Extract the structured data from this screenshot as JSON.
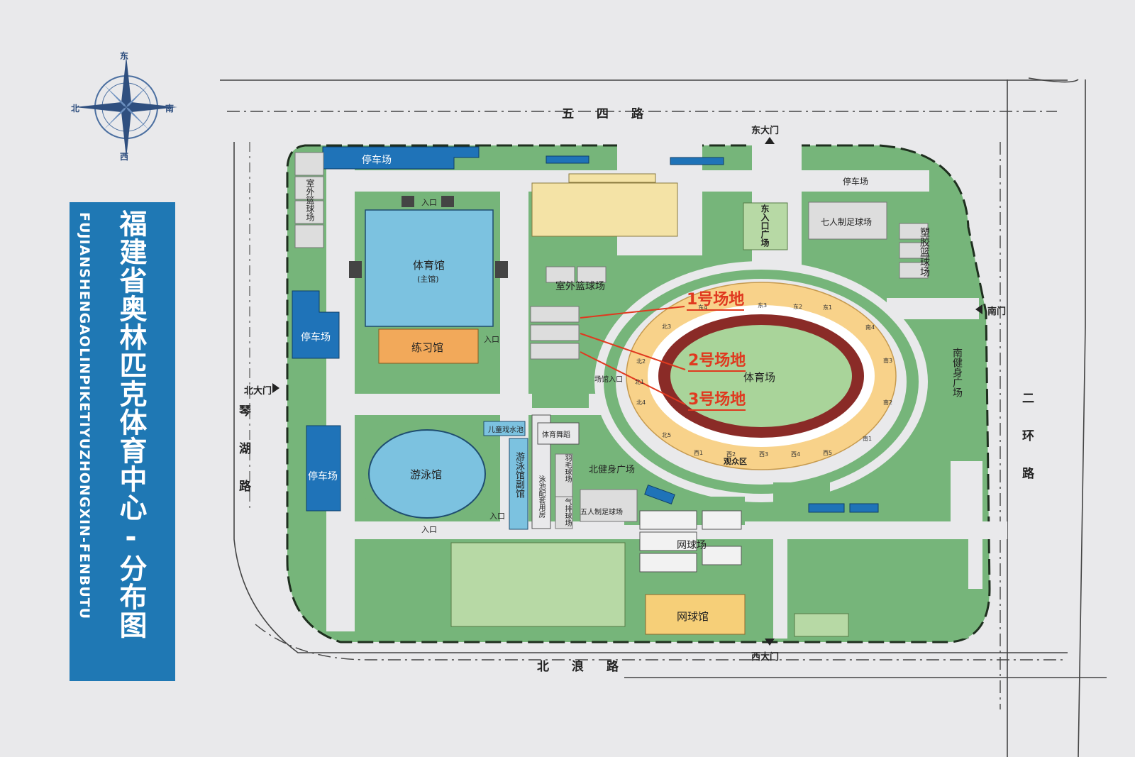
{
  "title": {
    "cn": "福建省奥林匹克体育中心-分布图",
    "en": "FUJIANSHENGAOLINPIKETIYUZHONGXIN-FENBUTU"
  },
  "compass": {
    "east": "东",
    "south": "南",
    "west": "西",
    "north": "北"
  },
  "roads": {
    "wusi": "五  四  路",
    "beilang": "北  浪  路",
    "qinhu": "琴湖路",
    "erhuan": "二环路"
  },
  "gates": {
    "east": "东大门",
    "north": "北大门",
    "south": "南门",
    "west": "西大门"
  },
  "facilities": {
    "parking_nw": "停车场",
    "parking_w1": "停车场",
    "parking_w2": "停车场",
    "parking_e": "停车场",
    "outdoor_basket_w": "室外篮球场",
    "gym_main": "体育馆",
    "gym_main_sub": "(主馆)",
    "practice_hall": "练习馆",
    "entrance": "入口",
    "outdoor_basket_c": "室外篮球场",
    "east_entrance_plaza": "东入口广场",
    "seven_a_side": "七人制足球场",
    "rubber_basket": "塑胶篮球场",
    "south_fitness": "南健身广场",
    "stadium": "体育场",
    "stand_area": "观众区",
    "venue_entrance": "场馆入口",
    "swimming": "游泳馆",
    "kids_pool": "儿童戏水池",
    "swim_annex": "游泳馆副馆",
    "pool_equipment": "泳池配套用房",
    "sports_dance": "体育舞蹈",
    "badminton": "羽毛球场",
    "volleyball": "气排球场",
    "five_a_side": "五人制足球场",
    "north_fitness": "北健身广场",
    "tennis_court": "网球场",
    "tennis_hall": "网球馆"
  },
  "stand_sections": {
    "east": [
      "东3",
      "东2",
      "东1",
      "东4"
    ],
    "south": [
      "南4",
      "南3",
      "南2",
      "南1"
    ],
    "west": [
      "西1",
      "西2",
      "西3",
      "西4",
      "西5"
    ],
    "north": [
      "北1",
      "北2",
      "北3",
      "北4",
      "北5"
    ]
  },
  "venue_labels": [
    "1号场地",
    "2号场地",
    "3号场地"
  ],
  "colors": {
    "background": "#e9e9eb",
    "green": "#76b57a",
    "dark_border": "#1f4d1f",
    "parking_blue": "#1f73b8",
    "light_blue": "#7cc2e0",
    "orange": "#f2a95a",
    "stand_yellow": "#f8d28a",
    "track_red": "#8a2b27",
    "field_green": "#a9d49a",
    "building_cream": "#f4e3a6",
    "title_blue": "#1f78b4",
    "label_red": "#e0391f"
  }
}
